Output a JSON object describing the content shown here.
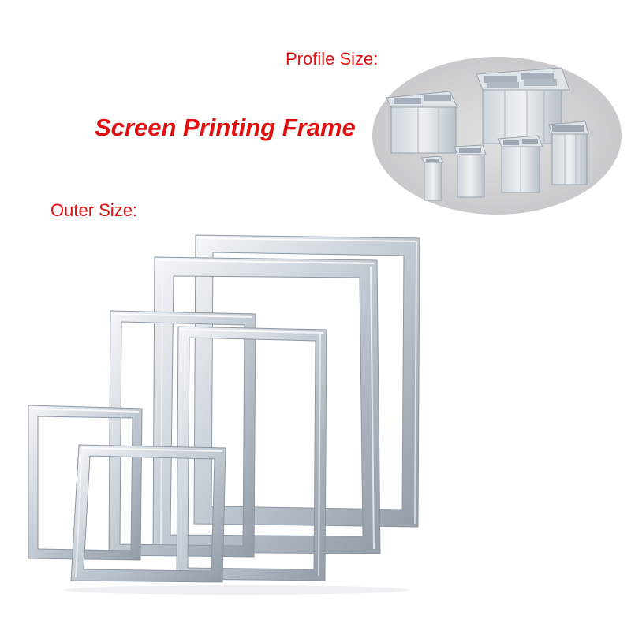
{
  "labels": {
    "profile_size": "Profile Size:",
    "title": "Screen Printing Frame",
    "outer_size": "Outer Size:"
  },
  "colors": {
    "text_accent": "#e01010",
    "aluminum_light": "#eef2f5",
    "aluminum_mid": "#c4ccd4",
    "aluminum_dark": "#8e98a3",
    "photo_background": "#d2d1d2"
  },
  "images": {
    "profile_photo": "aluminum-profile-cross-sections-photo",
    "frames_photo": "stack-of-aluminum-screen-printing-frames"
  }
}
